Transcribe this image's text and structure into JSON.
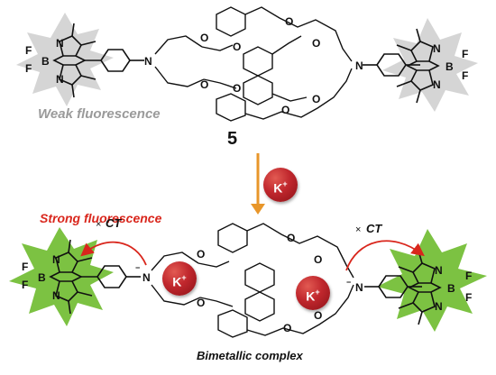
{
  "labels": {
    "weak": "Weak fluorescence",
    "compound": "5",
    "strong": "Strong fluorescence",
    "bimetallic": "Bimetallic complex",
    "ct_left": "CT",
    "ct_right": "CT"
  },
  "ions": {
    "arrow_ion": "K",
    "left_ion": "K",
    "right_ion": "K",
    "charge": "+"
  },
  "atoms": {
    "boron": "B",
    "fluorine": "F",
    "nitrogen": "N",
    "oxygen": "O",
    "minus": "−"
  },
  "colors": {
    "weak_glow": "#cfcfcf",
    "strong_glow": "#7cc242",
    "arrow": "#e8962a",
    "highlight_red": "#d9261c",
    "ion": "#c0272d"
  }
}
